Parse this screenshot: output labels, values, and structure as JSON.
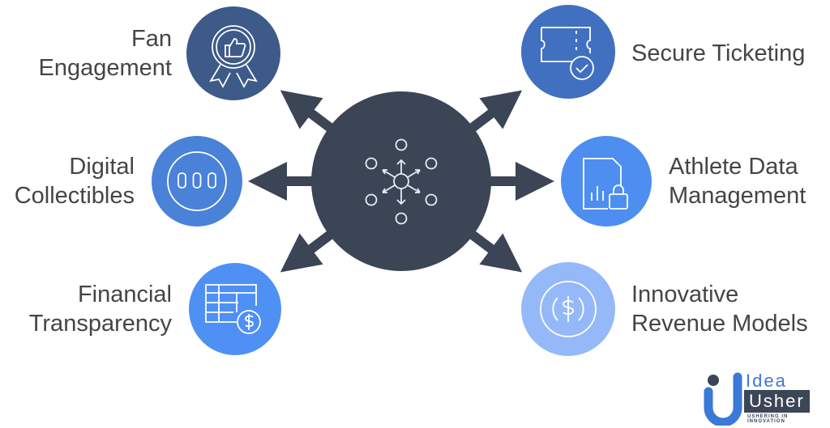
{
  "center": {
    "icon": "distribution-network-icon",
    "color": "#3b4556"
  },
  "items": [
    {
      "label_line1": "Fan",
      "label_line2": "Engagement",
      "icon": "thumbs-up-badge-icon",
      "color": "#3d5a89"
    },
    {
      "label_line1": "Secure Ticketing",
      "label_line2": "",
      "icon": "ticket-check-icon",
      "color": "#4170c0"
    },
    {
      "label_line1": "Digital",
      "label_line2": "Collectibles",
      "icon": "tokens-icon",
      "color": "#4a81d9"
    },
    {
      "label_line1": "Athlete Data",
      "label_line2": "Management",
      "icon": "secure-data-file-icon",
      "color": "#4d8ef0"
    },
    {
      "label_line1": "Financial",
      "label_line2": "Transparency",
      "icon": "ledger-dollar-icon",
      "color": "#4f90f5"
    },
    {
      "label_line1": "Innovative",
      "label_line2": "Revenue Models",
      "icon": "dollar-cycle-icon",
      "color": "#95b9f8"
    }
  ],
  "logo": {
    "line1": "Idea",
    "line2": "Usher",
    "tagline": "USHERING IN INNOVATION"
  }
}
